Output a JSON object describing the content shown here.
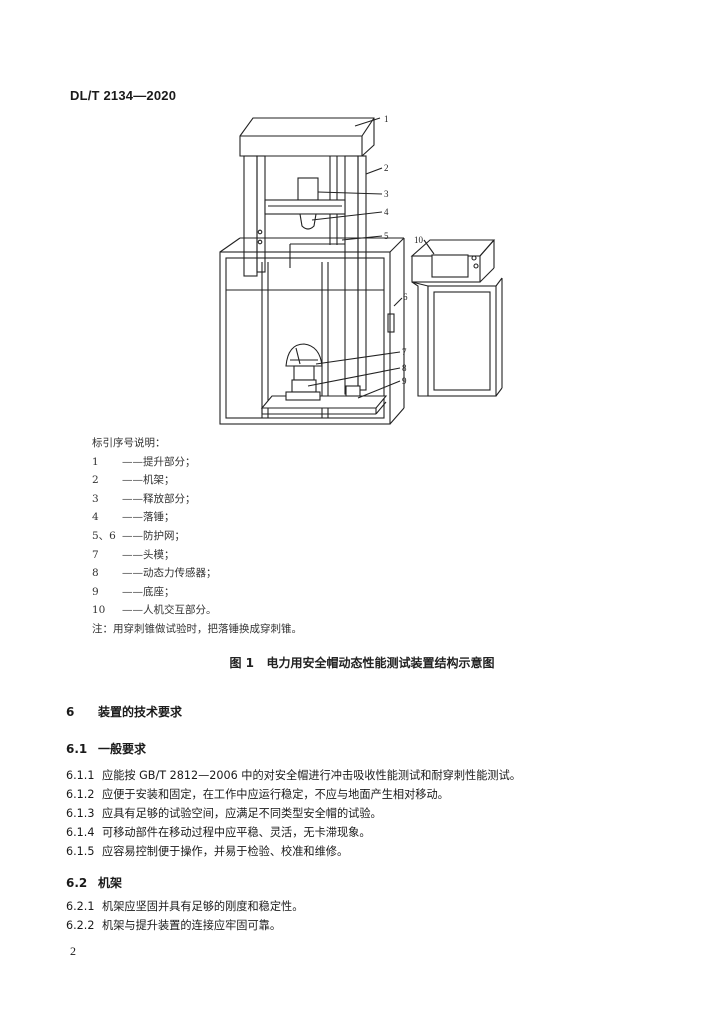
{
  "header": {
    "doc_code": "DL/T 2134—2020"
  },
  "figure": {
    "callouts": [
      "1",
      "2",
      "3",
      "4",
      "5",
      "6",
      "7",
      "8",
      "9",
      "10"
    ]
  },
  "legend": {
    "title": "标引序号说明：",
    "items": [
      {
        "num": "1",
        "text": "——提升部分；"
      },
      {
        "num": "2",
        "text": "——机架；"
      },
      {
        "num": "3",
        "text": "——释放部分；"
      },
      {
        "num": "4",
        "text": "——落锤；"
      },
      {
        "num": "5、6",
        "text": "——防护网；"
      },
      {
        "num": "7",
        "text": "——头模；"
      },
      {
        "num": "8",
        "text": "——动态力传感器；"
      },
      {
        "num": "9",
        "text": "——底座；"
      },
      {
        "num": "10",
        "text": "——人机交互部分。"
      }
    ],
    "note": "注：用穿刺锥做试验时，把落锤换成穿刺锥。"
  },
  "caption": {
    "label": "图 1",
    "text": "电力用安全帽动态性能测试装置结构示意图"
  },
  "section6": {
    "num": "6",
    "title": "装置的技术要求"
  },
  "sub61": {
    "num": "6.1",
    "title": "一般要求",
    "clauses": [
      {
        "num": "6.1.1",
        "text": "应能按 GB/T 2812—2006 中的对安全帽进行冲击吸收性能测试和耐穿刺性能测试。"
      },
      {
        "num": "6.1.2",
        "text": "应便于安装和固定，在工作中应运行稳定，不应与地面产生相对移动。"
      },
      {
        "num": "6.1.3",
        "text": "应具有足够的试验空间，应满足不同类型安全帽的试验。"
      },
      {
        "num": "6.1.4",
        "text": "可移动部件在移动过程中应平稳、灵活，无卡滞现象。"
      },
      {
        "num": "6.1.5",
        "text": "应容易控制便于操作，并易于检验、校准和维修。"
      }
    ]
  },
  "sub62": {
    "num": "6.2",
    "title": "机架",
    "clauses": [
      {
        "num": "6.2.1",
        "text": "机架应坚固并具有足够的刚度和稳定性。"
      },
      {
        "num": "6.2.2",
        "text": "机架与提升装置的连接应牢固可靠。"
      }
    ]
  },
  "footer": {
    "page_number": "2"
  }
}
